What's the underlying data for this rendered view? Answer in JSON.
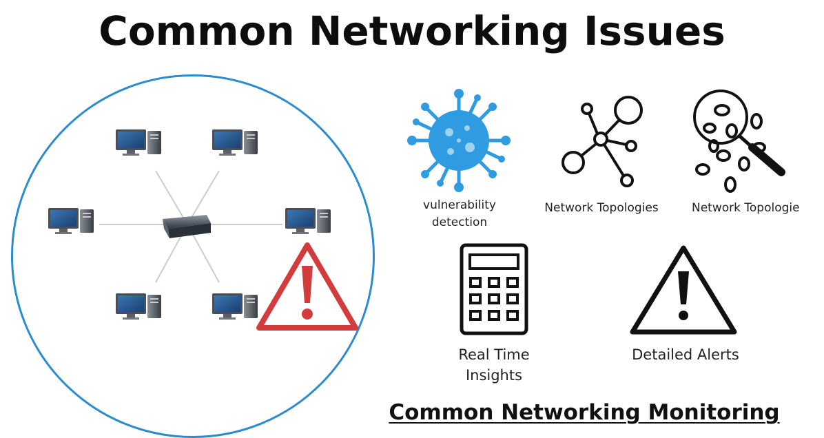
{
  "title": "Common Networking Issues",
  "diagram": {
    "computers": 6,
    "hub": "network-switch",
    "alert_color": "#d23c3c",
    "circle_color": "#2b8bd0"
  },
  "icons": [
    {
      "name": "virus-icon",
      "label_line1": "vulnerability",
      "label_line2": "detection",
      "color": "#2f9be0"
    },
    {
      "name": "topology-icon",
      "label_line1": "Network Topologies"
    },
    {
      "name": "magnifier-cells-icon",
      "label_line1": "Network Topologie"
    },
    {
      "name": "calculator-icon",
      "label_line1": "Real Time",
      "label_line2": "Insights"
    },
    {
      "name": "warning-icon",
      "label_line1": "Detailed Alerts"
    }
  ],
  "footer": "Common Networking Monitoring"
}
